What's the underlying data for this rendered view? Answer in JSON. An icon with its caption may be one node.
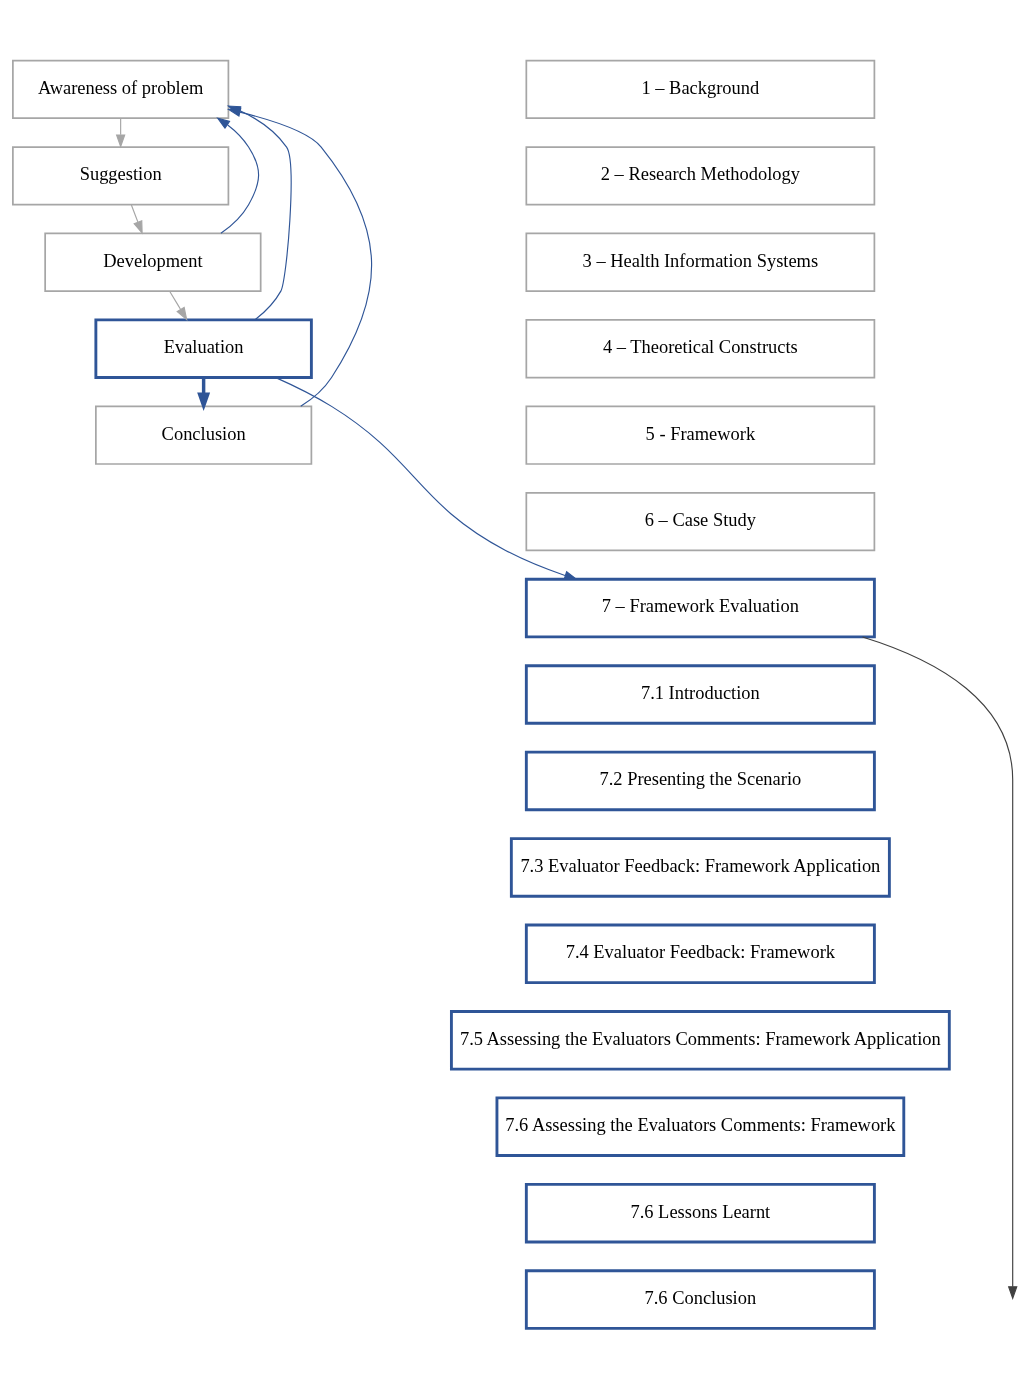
{
  "diagram": {
    "nodes": [
      {
        "text": [
          "Awareness of problem"
        ]
      },
      {
        "text": [
          "Suggestion"
        ]
      },
      {
        "text": [
          "Development"
        ]
      },
      {
        "text": [
          "Evaluation"
        ]
      },
      {
        "text": [
          "Conclusion"
        ]
      },
      {
        "text": [
          "1 – Background"
        ]
      },
      {
        "text": [
          "2 – Research Methodology"
        ]
      },
      {
        "text": [
          "3 – Health Information Systems"
        ]
      },
      {
        "text": [
          "4 – Theoretical Constructs"
        ]
      },
      {
        "text": [
          "5 - Framework"
        ]
      },
      {
        "text": [
          "6 – Case Study"
        ]
      },
      {
        "text": [
          "7 – Framework Evaluation"
        ]
      },
      {
        "text": [
          "7.1 Introduction"
        ]
      },
      {
        "text": [
          "7.2 Presenting the Scenario"
        ]
      },
      {
        "text": [
          "7.3 Evaluator Feedback: Framework Application"
        ]
      },
      {
        "text": [
          "7.4 Evaluator Feedback: Framework"
        ]
      },
      {
        "text": [
          "7.5 Assessing the Evaluators Comments: Framework Application"
        ]
      },
      {
        "text": [
          "7.6 Assessing the Evaluators Comments: Framework"
        ]
      },
      {
        "text": [
          "7.6 Lessons Learnt"
        ]
      },
      {
        "text": [
          "7.6 Conclusion"
        ]
      }
    ],
    "edges": [
      {
        "from": 0,
        "to": 1,
        "arrow": "to",
        "color": "#a6a6a6"
      },
      {
        "from": 1,
        "to": 2,
        "arrow": "to",
        "color": "#a6a6a6"
      },
      {
        "from": 2,
        "to": 3,
        "arrow": "to",
        "color": "#a6a6a6"
      },
      {
        "from": 3,
        "to": 4,
        "arrow": "to",
        "style": "thick"
      },
      {
        "from": 4,
        "to": 0,
        "arrow": "to"
      },
      {
        "from": 2,
        "to": 0,
        "arrow": "to"
      },
      {
        "from": 3,
        "to": 0,
        "arrow": "to"
      },
      {
        "from": 3,
        "to": 11,
        "arrow": "to"
      },
      {
        "from": 11,
        "to": null,
        "arrow": "to",
        "color": "#404040"
      }
    ]
  }
}
